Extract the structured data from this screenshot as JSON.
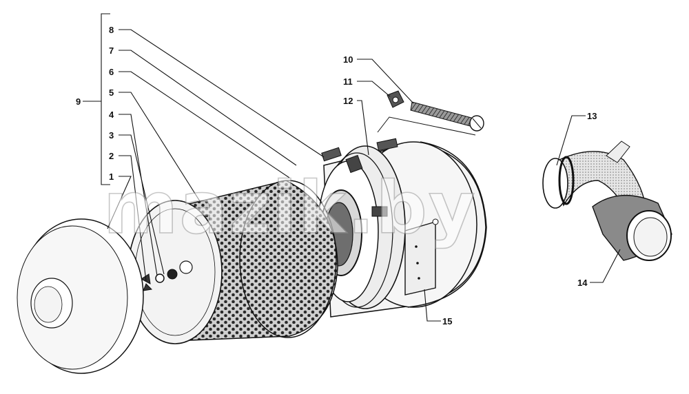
{
  "watermark": "mazik.by",
  "callouts": [
    {
      "id": "1",
      "label": "1"
    },
    {
      "id": "2",
      "label": "2"
    },
    {
      "id": "3",
      "label": "3"
    },
    {
      "id": "4",
      "label": "4"
    },
    {
      "id": "5",
      "label": "5"
    },
    {
      "id": "6",
      "label": "6"
    },
    {
      "id": "7",
      "label": "7"
    },
    {
      "id": "8",
      "label": "8"
    },
    {
      "id": "9",
      "label": "9"
    },
    {
      "id": "10",
      "label": "10"
    },
    {
      "id": "11",
      "label": "11"
    },
    {
      "id": "12",
      "label": "12"
    },
    {
      "id": "13",
      "label": "13"
    },
    {
      "id": "14",
      "label": "14"
    },
    {
      "id": "15",
      "label": "15"
    }
  ],
  "colors": {
    "ink": "#111111",
    "paper": "#ffffff",
    "watermark": "#9a9a9a"
  }
}
